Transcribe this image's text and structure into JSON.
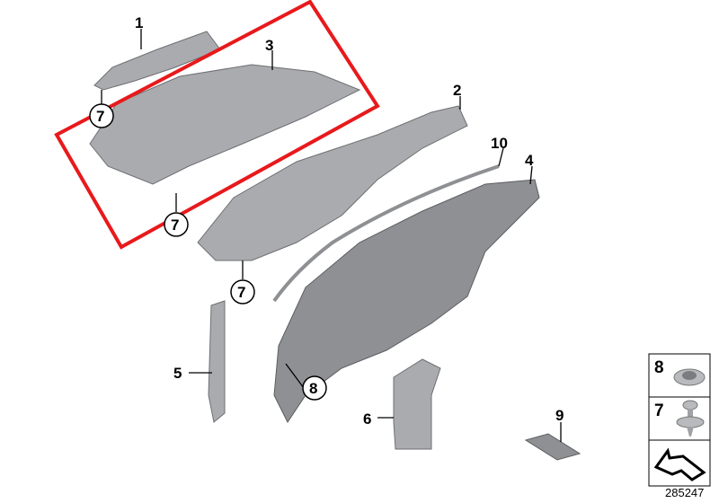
{
  "callouts": {
    "c1": "1",
    "c2": "2",
    "c3": "3",
    "c4": "4",
    "c5": "5",
    "c6": "6",
    "c7": "7",
    "c8": "8",
    "c9": "9",
    "c10": "10"
  },
  "legend": {
    "items": [
      {
        "number": "8",
        "icon": "grommet-icon"
      },
      {
        "number": "7",
        "icon": "expanding-rivet-icon"
      }
    ],
    "arrow_icon": "direction-arrow-icon"
  },
  "diagram_number": "285247",
  "colors": {
    "highlight": "#e8191c",
    "part": "#a9abae"
  }
}
